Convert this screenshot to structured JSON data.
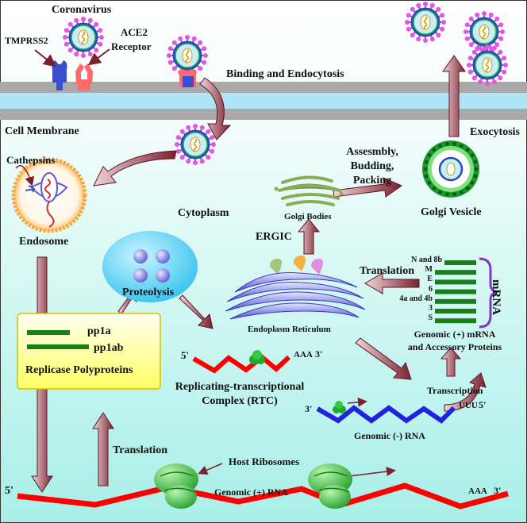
{
  "labels": {
    "coronavirus": "Coronavirus",
    "tmprss2": "TMPRSS2",
    "ace2_line1": "ACE2",
    "ace2_line2": "Receptor",
    "binding": "Binding and Endocytosis",
    "cell_membrane": "Cell Membrane",
    "exocytosis": "Exocytosis",
    "cathepsins": "Cathepsins",
    "endosome": "Endosome",
    "cytoplasm": "Cytoplasm",
    "assembly_l1": "Assesmbly,",
    "assembly_l2": "Budding,",
    "assembly_l3": "Packing",
    "golgi_vesicle": "Golgi Vesicle",
    "golgi_bodies": "Golgi Bodies",
    "ergic": "ERGIC",
    "translation_er": "Translation",
    "er": "Endoplasm Reticulum",
    "proteolysis": "Proteolysis",
    "mrna": "mRNA",
    "genomic_mrna_l1": "Genomic (+) mRNA",
    "genomic_mrna_l2": "and Accessory Proteins",
    "pp1a": "pp1a",
    "pp1ab": "pp1ab",
    "replicase": "Replicase Polyproteins",
    "rtc_5": "5'",
    "rtc_aaa": "AAA",
    "rtc_3": "3'",
    "rtc_l1": "Replicating-transcriptional",
    "rtc_l2": "Complex (RTC)",
    "transcription": "Transcription",
    "neg_3": "3'",
    "neg_uuu": "UUU",
    "neg_5": "5'",
    "genomic_neg": "Genomic (-) RNA",
    "translation_bottom": "Translation",
    "host_ribosomes": "Host Ribosomes",
    "genomic_pos": "Genomic (+) RNA",
    "bottom_5": "5'",
    "bottom_aaa": "AAA",
    "bottom_3": "3'"
  },
  "mrna_bars": [
    "N and 8b",
    "M",
    "E",
    "6",
    "4a and 4b",
    "3",
    "S"
  ],
  "colors": {
    "background_top": "#ffffff",
    "background_bottom": "#a8efe8",
    "membrane_grey": "#a9a9a9",
    "membrane_blue": "#aee4f6",
    "rna_red": "#ff0000",
    "rna_blue": "#2222dd",
    "mrna_green": "#1a7f1a",
    "arrow_maroon": "#7a2030",
    "replicase_box": "#ffff7a",
    "proteolysis_cyan": "#4fd0f0",
    "ribosome_green": "#2ecc40"
  }
}
